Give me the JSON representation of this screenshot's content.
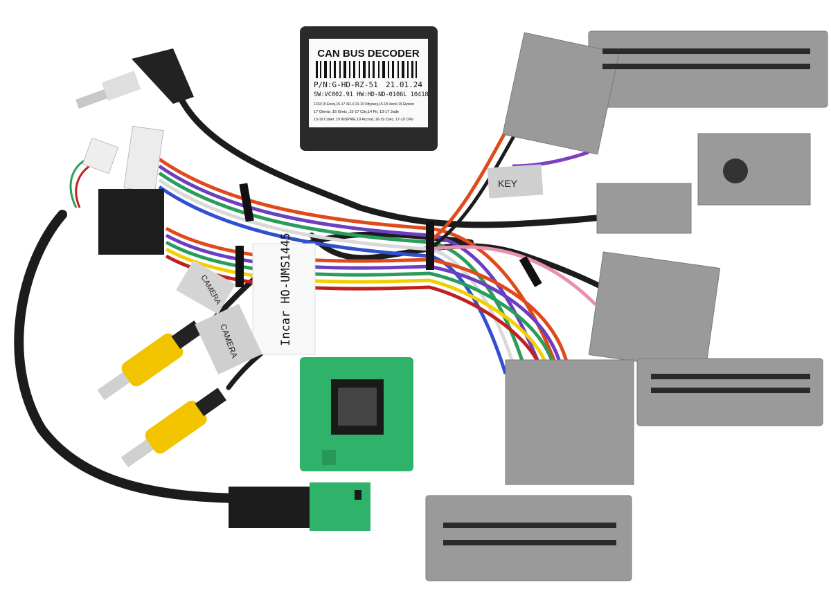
{
  "decoder": {
    "title": "CAN BUS DECODER",
    "part_number": "P/N:G-HD-RZ-51",
    "date": "21.01.24",
    "versions": "SW:VC002.91 HW:HD-ND-0106L 10418",
    "models_line1": "FOR:19 Envix,15-17 XR-V,13-19 Odyssey,15-18 Vezel,19 Elysion",
    "models_line2": "17 Gienia ,16 Greiz ,15-17 City,14 Fit, 13-17 Jade",
    "models_line3": "13-19 Crider, 19 INSPIRE,19 Accord, 16-19 Civic, 17-19 CRV"
  },
  "tags": {
    "key": "KEY",
    "harness_id": "Incar HO-UMS1445",
    "camera_1": "CAMERA",
    "camera_2": "CAMERA"
  },
  "colors": {
    "connector_gray": "#9a9a9a",
    "connector_green": "#2fb36a",
    "rca_yellow": "#f2c400",
    "decoder_black": "#2a2a2a"
  }
}
